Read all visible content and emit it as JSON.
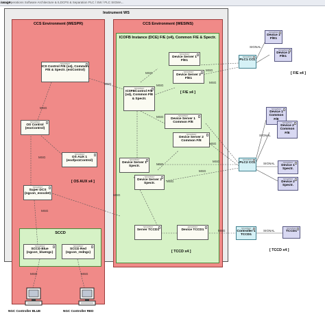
{
  "titlebar": {
    "label": "usage",
    "path": "data | Operations Software Architecture & ILDCPS & Separation PLC / SW / PLC SIGMA..."
  },
  "workstation": {
    "title": "Instrument WS"
  },
  "env_wespr": {
    "title": "CCS Environment (WESPR)"
  },
  "env_wesins": {
    "title": "CCS Environment (WESINS)"
  },
  "instance": {
    "title": "ICOFB Instance (DCE) F/E (x4), Common F/E & Spectr."
  },
  "sccd": {
    "title": "SCCD"
  },
  "stereotype": "«process»",
  "components": {
    "ic0_control": "IC0 Control F/E (x4), Common F/E & Spectr. (esiControl)",
    "os_control": "OS Control (esoControl)",
    "os_aux": "OS AUX 1 (esofps1Control)",
    "super_dcs": "Super DCS (ngcon_esscdet)",
    "scccd_blue": "SCCD Blue (ngcon_bluengc)",
    "scccd_red": "SCCD Red (ngcon_redngc)",
    "ic0fb_control": "IC0FBControl F/E (x4), Common F/E & Spectr.",
    "dev_srv_1_fe1": "Device Server 1 F/E1",
    "dev_srv_2_fe1": "Device Server 2 F/E1",
    "dev_srv_1_common": "Device Server 1 Common F/E",
    "dev_srv_2_common": "Device Server 2 Common F/E",
    "dev_srv_1_spectr": "Device Server 1 Spectr.",
    "dev_srv_2_spectr": "Device Server 2 Spectr.",
    "server_tccd1": "Server TCCD1",
    "device_tccd1": "Device TCCD1",
    "plc1_ccl": "PLC1 CCL",
    "plc2_ccl": "PLC2 CCL",
    "controller_tccd1": "Controller 1 TCCD1",
    "dev1_fe1": "Device 1 F/E1",
    "dev2_fe1": "Device 2 F/E1",
    "dev1_common": "Device 1 Common F/E",
    "dev2_common": "Device 2 Common F/E",
    "dev1_spectr": "Device 1 Spectr.",
    "dev2_spectr": "Device 2 Spectr.",
    "tccd1": "TCCD1"
  },
  "notes": {
    "fe_x4_inner": "[ F/E x4 ]",
    "os_aux_x4": "[ OS AUX x4 ]",
    "tccd_x4": "[ TCCD x4 ]",
    "fe_x4_right": "[ F/E x4 ]",
    "tccd_x4_right": "[ TCCD x4 ]"
  },
  "edge_labels": {
    "msg": "MSG",
    "signal": "SIGNAL"
  },
  "hardware": {
    "ngc_blue": "NGC Controller BLUE",
    "ngc_red": "NGC Controller RED"
  },
  "colors": {
    "workstation": "#ececec",
    "environment": "#f08a88",
    "instance": "#d6f2c6",
    "plc": "#d5f1f6",
    "device": "#d8d8f2"
  }
}
